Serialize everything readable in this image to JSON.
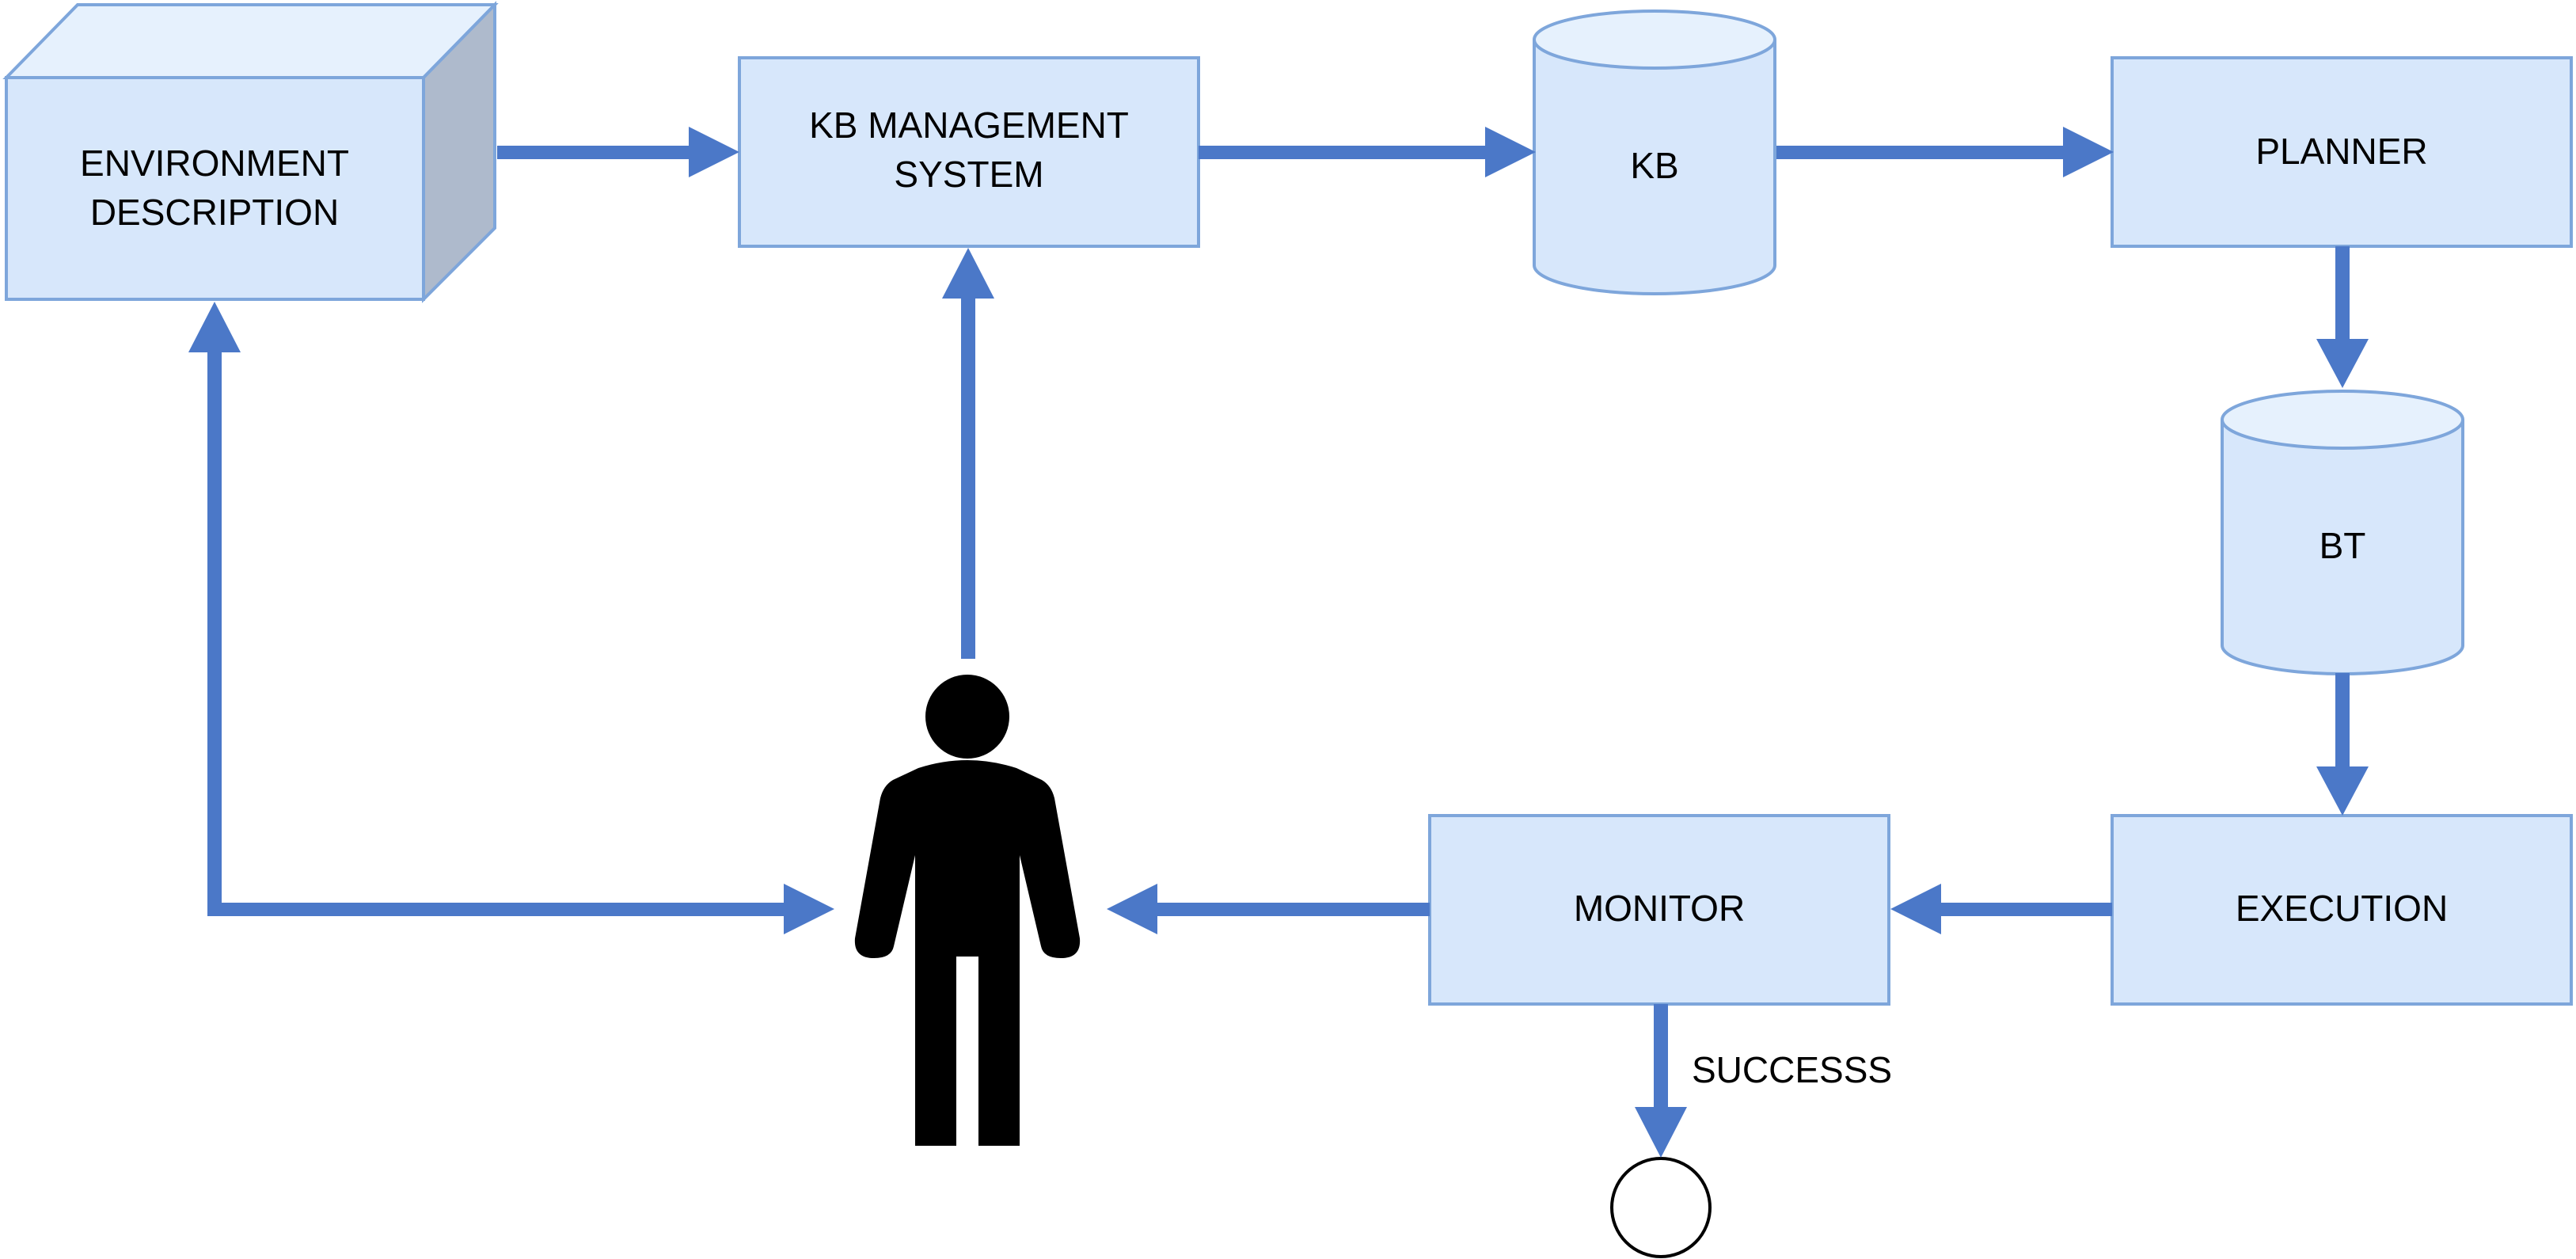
{
  "colors": {
    "fill": "#D7E7FB",
    "fill_top": "#E6F1FD",
    "stroke": "#7EA6DB",
    "side": "#AEBACC",
    "arrow": "#4B78C8",
    "person": "#000000"
  },
  "nodes": {
    "environment": {
      "line1": "ENVIRONMENT",
      "line2": "DESCRIPTION"
    },
    "kb_management": {
      "line1": "KB MANAGEMENT",
      "line2": "SYSTEM"
    },
    "kb": {
      "label": "KB"
    },
    "planner": {
      "label": "PLANNER"
    },
    "bt": {
      "label": "BT"
    },
    "execution": {
      "label": "EXECUTION"
    },
    "monitor": {
      "label": "MONITOR"
    }
  },
  "edges": {
    "monitor_to_end": {
      "label": "SUCCESSS"
    }
  },
  "icons": {
    "user": "person-icon",
    "end": "end-circle-icon"
  }
}
